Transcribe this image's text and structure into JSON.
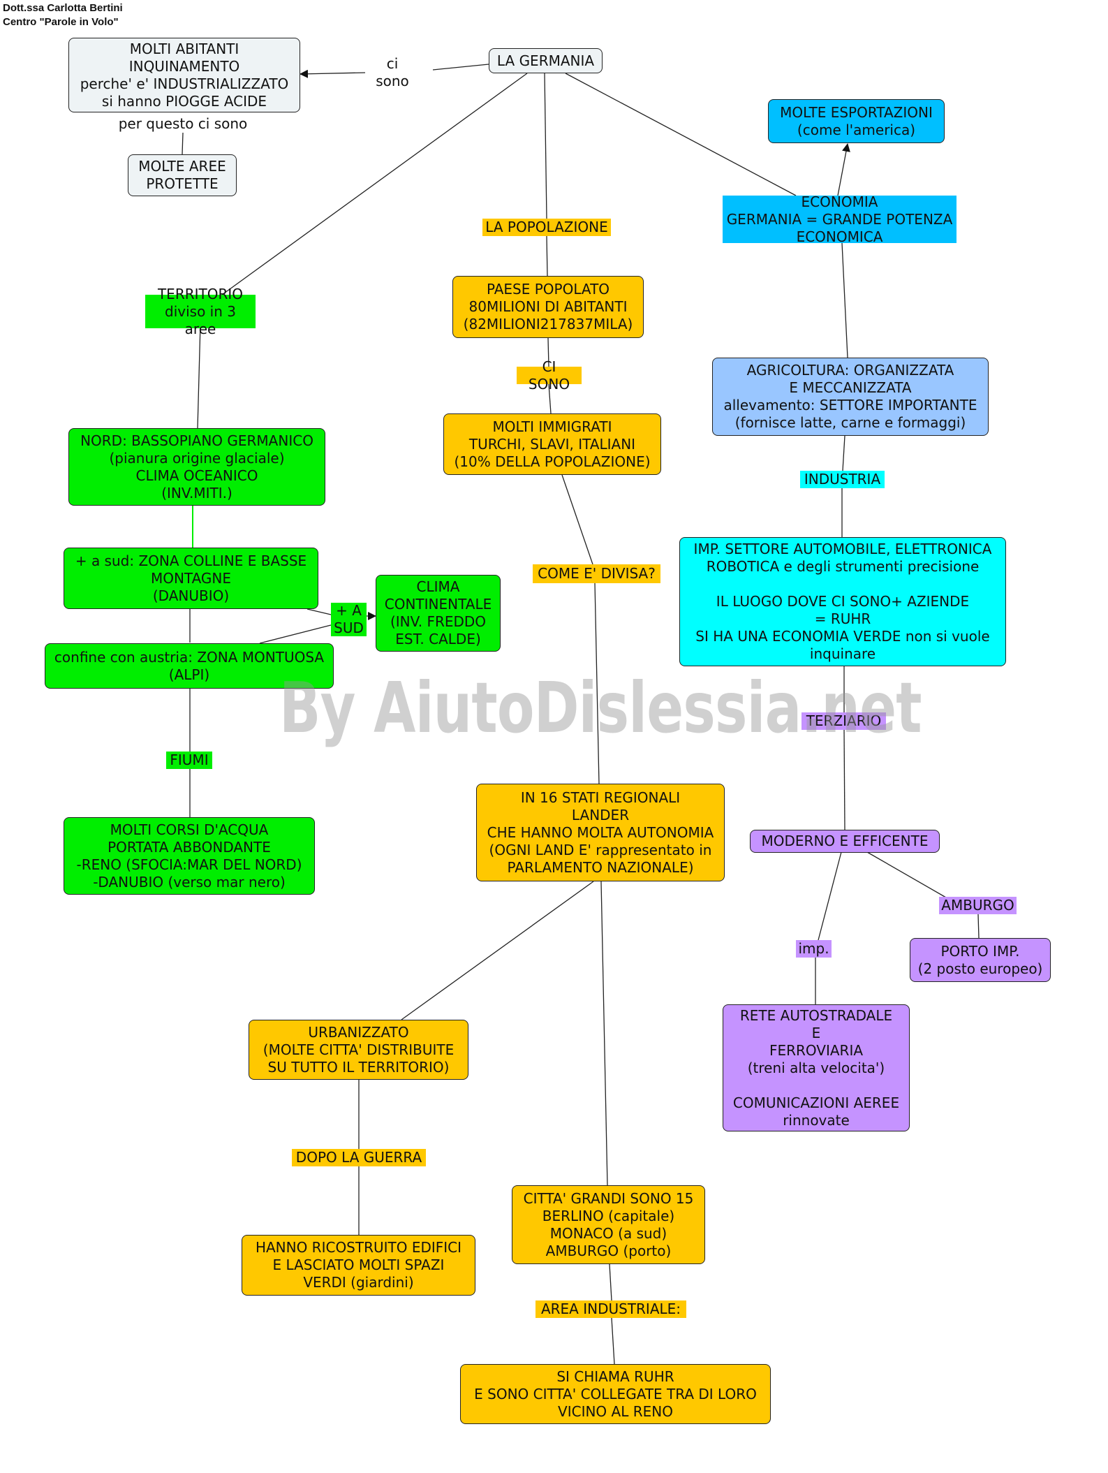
{
  "credit": {
    "line1": "Dott.ssa Carlotta Bertini",
    "line2": "Centro \"Parole in Volo\""
  },
  "watermark": "By AiutoDislessia.net",
  "colors": {
    "grey": "#eef3f5",
    "green": "#00ee00",
    "orange": "#ffc800",
    "blue": "#00bfff",
    "light_blue": "#99c6ff",
    "cyan": "#00ffff",
    "purple": "#c593ff"
  },
  "nodes": {
    "germania": "LA GERMANIA",
    "abitanti": "MOLTI ABITANTI\nINQUINAMENTO\nperche' e' INDUSTRIALIZZATO\nsi hanno PIOGGE ACIDE",
    "aree": "MOLTE AREE\nPROTETTE",
    "esportazioni": "MOLTE ESPORTAZIONI\n(come l'america)",
    "paese": "PAESE POPOLATO\n80MILIONI DI ABITANTI\n(82MILIONI217837MILA)",
    "immigrati": "MOLTI IMMIGRATI\nTURCHI, SLAVI, ITALIANI\n(10% DELLA POPOLAZIONE)",
    "nord": "NORD: BASSOPIANO GERMANICO\n(pianura origine glaciale)\nCLIMA OCEANICO\n(INV.MITI.)",
    "sud": "+ a sud: ZONA COLLINE E BASSE\nMONTAGNE\n(DANUBIO)",
    "clima": "CLIMA\nCONTINENTALE\n(INV. FREDDO\nEST. CALDE)",
    "austria": "confine con austria: ZONA MONTUOSA\n(ALPI)",
    "corsi": "MOLTI CORSI D'ACQUA\nPORTATA ABBONDANTE\n-RENO (SFOCIA:MAR DEL NORD)\n-DANUBIO (verso mar nero)",
    "agricoltura": "AGRICOLTURA: ORGANIZZATA\nE MECCANIZZATA\nallevamento: SETTORE IMPORTANTE\n(fornisce latte, carne e formaggi)",
    "imp_settore": "IMP. SETTORE AUTOMOBILE, ELETTRONICA\nROBOTICA e degli strumenti precisione\n\nIL LUOGO DOVE CI SONO+ AZIENDE\n= RUHR\nSI HA UNA ECONOMIA VERDE non si vuole\ninquinare",
    "stati": "IN 16 STATI REGIONALI\nLANDER\nCHE HANNO MOLTA AUTONOMIA\n(OGNI LAND E' rappresentato in\nPARLAMENTO NAZIONALE)",
    "moderno": "MODERNO E EFFICENTE",
    "porto": "PORTO IMP.\n(2 posto europeo)",
    "rete": "RETE AUTOSTRADALE\nE\nFERROVIARIA\n(treni alta velocita')\n\nCOMUNICAZIONI AEREE\nrinnovate",
    "urbanizzato": "URBANIZZATO\n(MOLTE CITTA' DISTRIBUITE\nSU TUTTO IL TERRITORIO)",
    "ricostruito": "HANNO RICOSTRUITO EDIFICI\nE LASCIATO MOLTI SPAZI\nVERDI (giardini)",
    "citta": "CITTA' GRANDI SONO 15\nBERLINO (capitale)\nMONACO (a sud)\nAMBURGO (porto)",
    "ruhr": "SI CHIAMA RUHR\nE SONO CITTA' COLLEGATE TRA DI LORO\nVICINO AL RENO"
  },
  "labels": {
    "ci_sono": "ci sono",
    "per_questo": "per questo ci sono",
    "territorio": "TERRITORIO\ndiviso in 3 aree",
    "popolazione": "LA POPOLAZIONE",
    "economia": "ECONOMIA\nGERMANIA = GRANDE POTENZA\nECONOMICA",
    "ci_sono_caps": "CI SONO",
    "come_divisa": "COME E' DIVISA?",
    "a_sud": "+ A\nSUD",
    "fiumi": "FIUMI",
    "industria": "INDUSTRIA",
    "terziario": "TERZIARIO",
    "amburgo": "AMBURGO",
    "imp": "imp.",
    "dopo_guerra": "DOPO LA GUERRA",
    "area_industriale": "AREA INDUSTRIALE:"
  }
}
